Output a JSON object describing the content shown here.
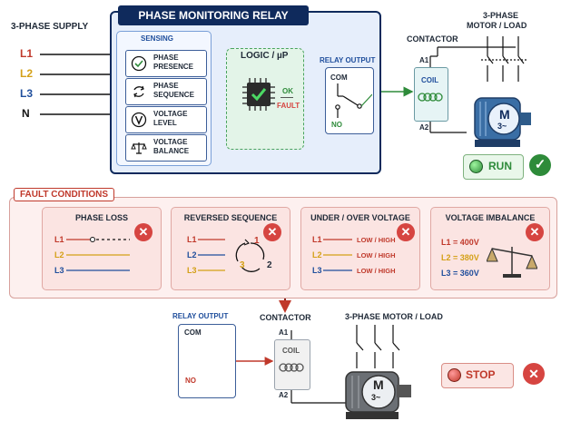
{
  "supply": {
    "title": "3-PHASE SUPPLY",
    "lines": [
      "L1",
      "L2",
      "L3",
      "N"
    ]
  },
  "relay": {
    "title": "PHASE MONITORING RELAY",
    "sensing_title": "SENSING",
    "sensing_items": [
      {
        "l1": "PHASE",
        "l2": "PRESENCE",
        "icon": "check-circle-icon"
      },
      {
        "l1": "PHASE",
        "l2": "SEQUENCE",
        "icon": "cycle-arrows-icon"
      },
      {
        "l1": "VOLTAGE",
        "l2": "LEVEL",
        "icon": "v-circle-icon"
      },
      {
        "l1": "VOLTAGE",
        "l2": "BALANCE",
        "icon": "balance-scale-icon"
      }
    ],
    "logic_title": "LOGIC / µP",
    "logic_ok": "OK",
    "logic_fault": "FAULT",
    "relay_output_title": "RELAY OUTPUT",
    "com": "COM",
    "no": "NO"
  },
  "contactor": {
    "title": "CONTACTOR",
    "a1": "A1",
    "a2": "A2",
    "coil": "COIL"
  },
  "motor": {
    "title_l1": "3-PHASE",
    "title_l2": "MOTOR / LOAD",
    "m": "M",
    "sub": "3~"
  },
  "run": {
    "label": "RUN"
  },
  "faults": {
    "title": "FAULT CONDITIONS",
    "phase_loss": {
      "title": "PHASE LOSS",
      "lines": [
        "L1",
        "L2",
        "L3"
      ]
    },
    "reversed": {
      "title": "REVERSED SEQUENCE",
      "lines": [
        "L1",
        "L2",
        "L3"
      ],
      "nums": [
        "1",
        "2",
        "3"
      ]
    },
    "under_over": {
      "title": "UNDER / OVER VOLTAGE",
      "lines": [
        "L1",
        "L2",
        "L3"
      ],
      "status": [
        "LOW / HIGH",
        "LOW / HIGH",
        "LOW / HIGH"
      ]
    },
    "imbalance": {
      "title": "VOLTAGE IMBALANCE",
      "values": [
        "L1 = 400V",
        "L2 = 380V",
        "L3 = 360V"
      ]
    }
  },
  "bottom": {
    "relay_output_title": "RELAY OUTPUT",
    "com": "COM",
    "no": "NO",
    "contactor_title": "CONTACTOR",
    "a1": "A1",
    "a2": "A2",
    "coil": "COIL",
    "motor_title": "3-PHASE MOTOR / LOAD",
    "m": "M",
    "sub": "3~",
    "stop": "STOP"
  },
  "colors": {
    "l1": "#c0392b",
    "l2": "#d4a017",
    "l3": "#1f4e9c",
    "n": "#111111",
    "ok": "#2e8b3a",
    "fault": "#d64541",
    "navy": "#0f2a5c"
  }
}
